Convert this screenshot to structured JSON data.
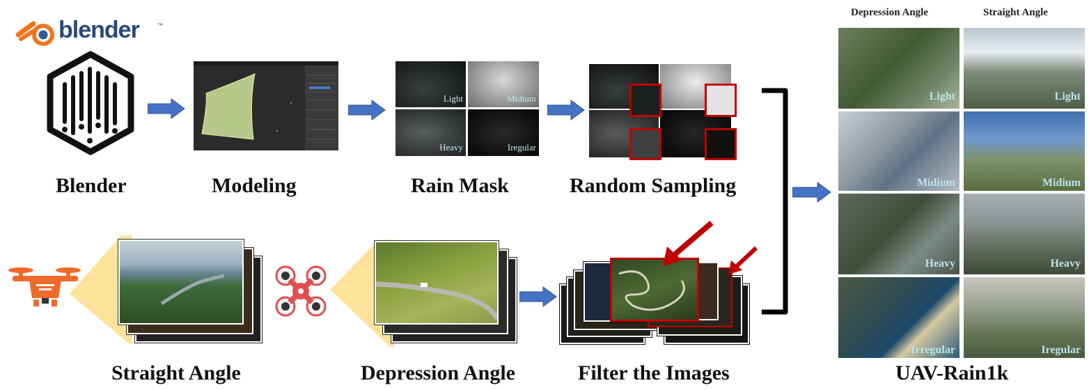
{
  "logo": {
    "text": "blender",
    "trademark": "™"
  },
  "top_row": {
    "labels": [
      "Blender",
      "Modeling",
      "Rain Mask",
      "Random Sampling"
    ],
    "rain_mask_tiles": [
      "Light",
      "Midium",
      "Heavy",
      "Iregular"
    ]
  },
  "bottom_row": {
    "labels": [
      "Straight Angle",
      "Depression Angle",
      "Filter the Images"
    ]
  },
  "dataset": {
    "title": "UAV-Rain1k",
    "columns": [
      "Depression Angle",
      "Straight Angle"
    ],
    "rows": [
      "Light",
      "Midium",
      "Heavy",
      "Irregular"
    ],
    "row_tags_right": [
      "Light",
      "Midium",
      "Heavy",
      "Iregular"
    ]
  },
  "colors": {
    "arrow": "#4472c4",
    "highlight": "#c00000",
    "cone": "#fde49a",
    "drone": "#ee5a24"
  }
}
